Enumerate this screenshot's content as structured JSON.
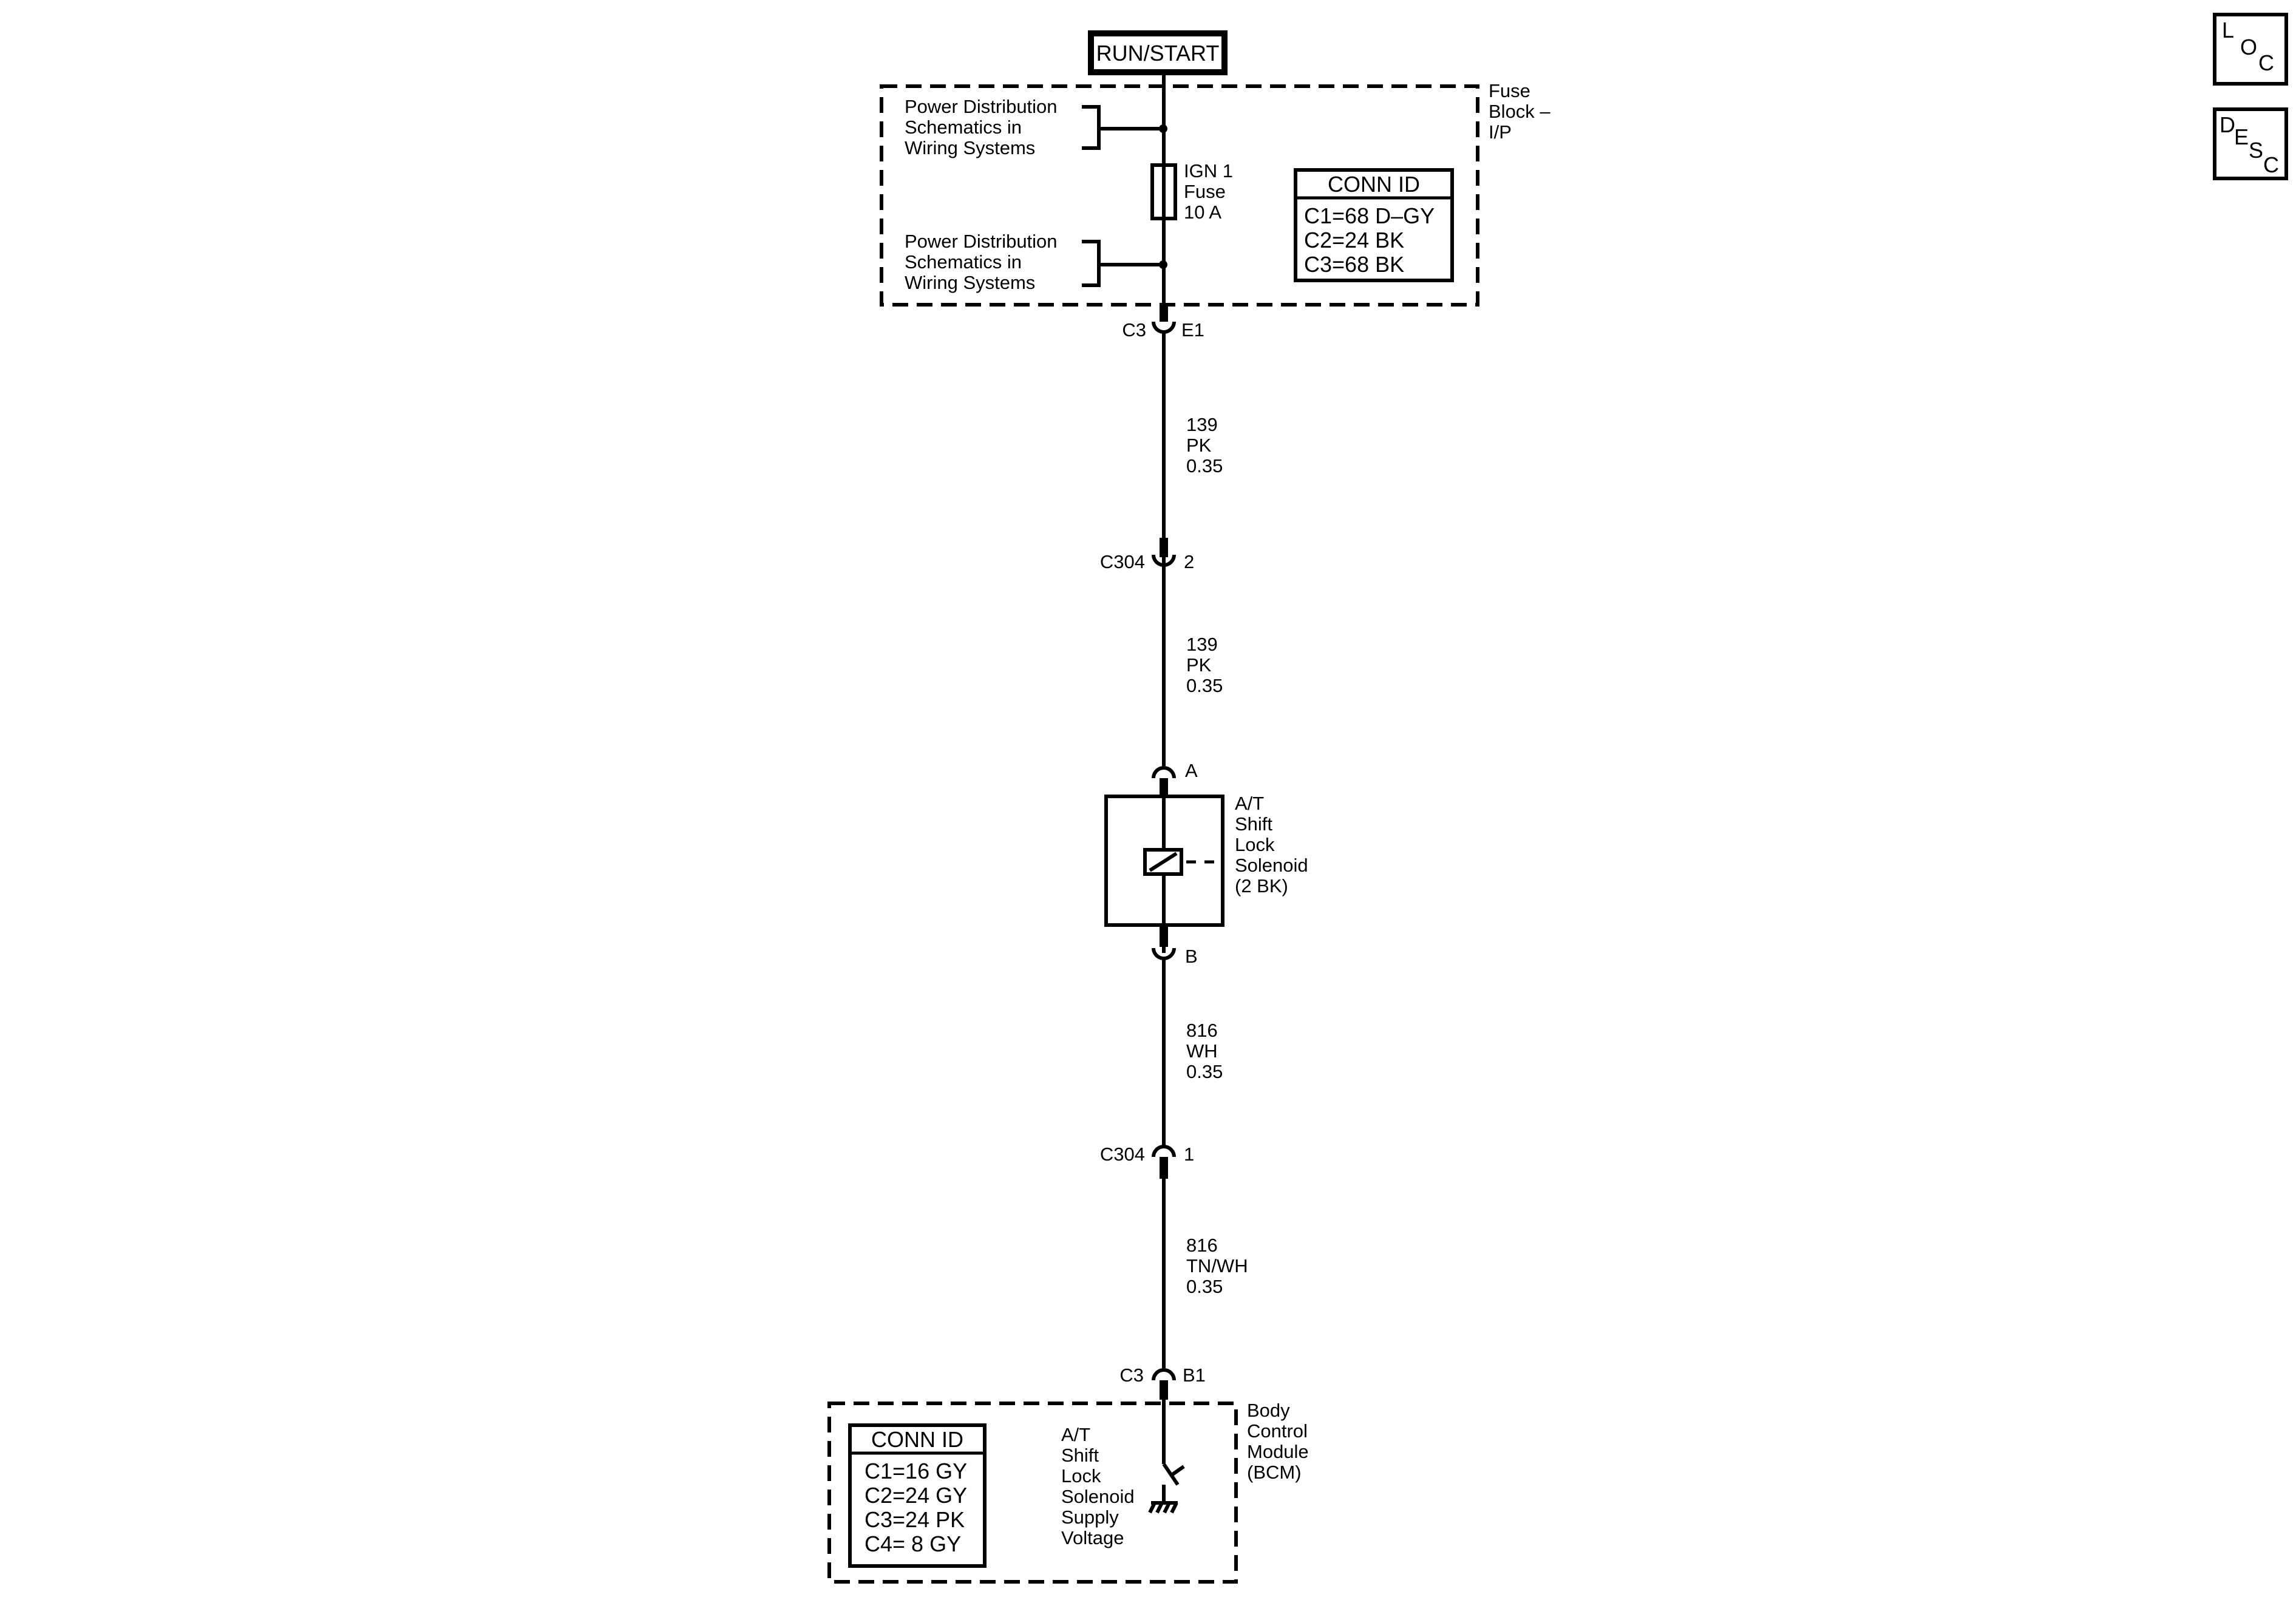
{
  "power_source": "RUN/START",
  "fuse_block": {
    "label_lines": [
      "Fuse",
      "Block –",
      "I/P"
    ],
    "power_dist_top": [
      "Power Distribution",
      "Schematics in",
      "Wiring Systems"
    ],
    "power_dist_bottom": [
      "Power Distribution",
      "Schematics in",
      "Wiring Systems"
    ],
    "fuse_lines": [
      "IGN 1",
      "Fuse",
      "10 A"
    ],
    "conn_id": {
      "title": "CONN ID",
      "rows": [
        "C1=68 D–GY",
        "C2=24 BK",
        "C3=68 BK"
      ]
    }
  },
  "connectors": {
    "fuse_out": {
      "name": "C3",
      "pin": "E1"
    },
    "c304_top": {
      "name": "C304",
      "pin": "2"
    },
    "solenoid_a": {
      "pin": "A"
    },
    "solenoid_b": {
      "pin": "B"
    },
    "c304_bottom": {
      "name": "C304",
      "pin": "1"
    },
    "bcm_in": {
      "name": "C3",
      "pin": "B1"
    }
  },
  "wires": {
    "w1": [
      "139",
      "PK",
      "0.35"
    ],
    "w2": [
      "139",
      "PK",
      "0.35"
    ],
    "w3": [
      "816",
      "WH",
      "0.35"
    ],
    "w4": [
      "816",
      "TN/WH",
      "0.35"
    ]
  },
  "solenoid": {
    "label_lines": [
      "A/T",
      "Shift",
      "Lock",
      "Solenoid",
      "(2 BK)"
    ]
  },
  "bcm": {
    "label_lines": [
      "Body",
      "Control",
      "Module",
      "(BCM)"
    ],
    "signal_lines": [
      "A/T",
      "Shift",
      "Lock",
      "Solenoid",
      "Supply",
      "Voltage"
    ],
    "conn_id": {
      "title": "CONN ID",
      "rows": [
        "C1=16 GY",
        "C2=24 GY",
        "C3=24 PK",
        "C4=  8 GY"
      ]
    }
  },
  "nav_buttons": {
    "loc": [
      "L",
      "O",
      "C"
    ],
    "desc": [
      "D",
      "E",
      "S",
      "C"
    ]
  }
}
